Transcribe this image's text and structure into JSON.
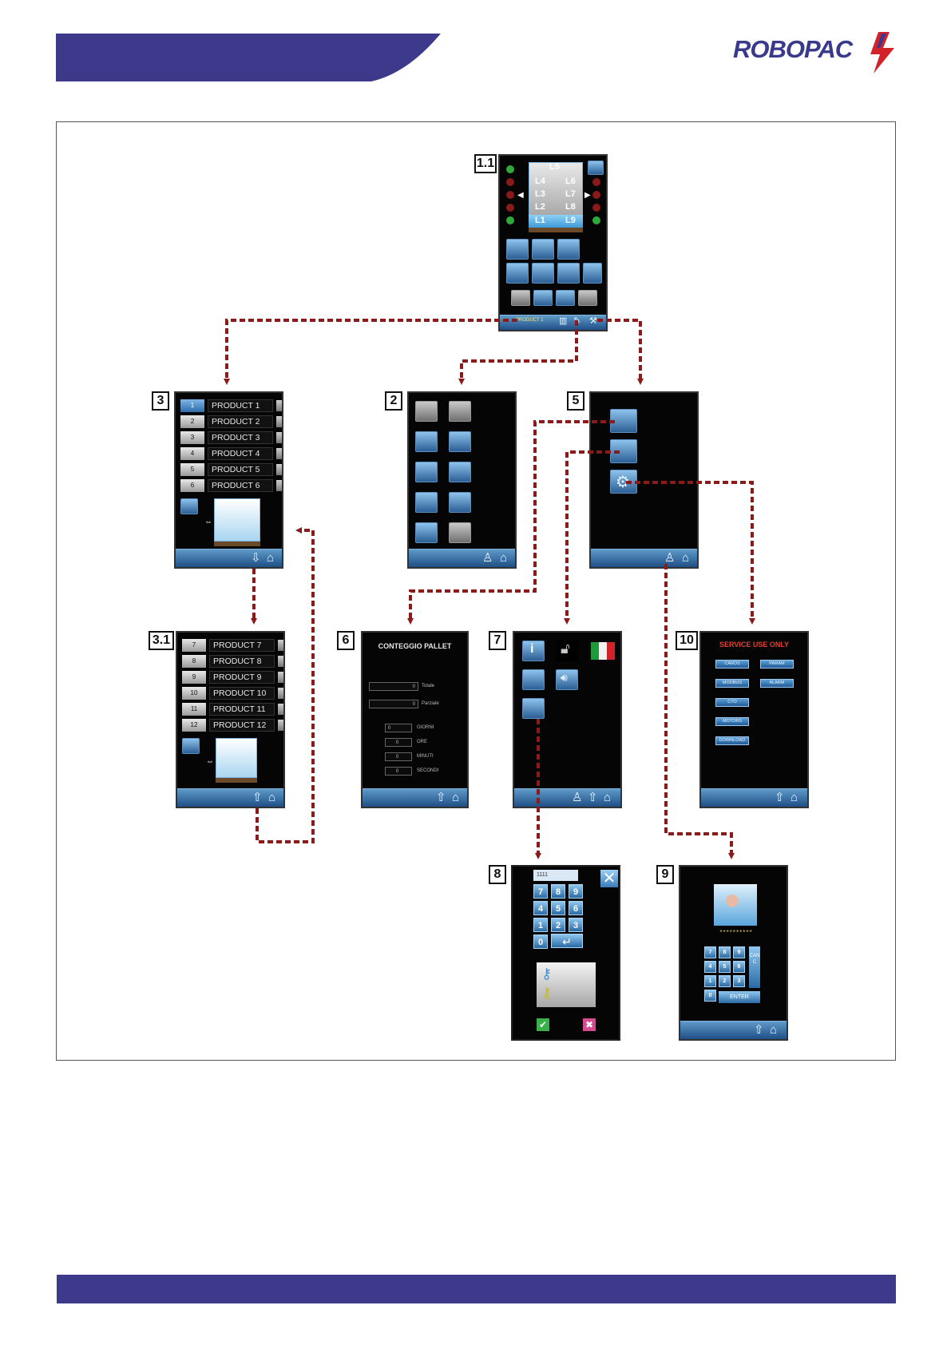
{
  "brand": {
    "name": "ROBOPAC",
    "header_color": "#3d3a8b",
    "accent_color": "#8b1a1a"
  },
  "labels": {
    "s11": "1.1",
    "s3": "3",
    "s2": "2",
    "s5": "5",
    "s31": "3.1",
    "s6": "6",
    "s7": "7",
    "s10": "10",
    "s8": "8",
    "s9": "9"
  },
  "main": {
    "layers": [
      "L5",
      "L4",
      "L6",
      "L3",
      "L7",
      "L2",
      "L8",
      "L1",
      "L9"
    ],
    "product": "PRODUCT 1"
  },
  "list_a": [
    {
      "num": "1",
      "name": "PRODUCT 1"
    },
    {
      "num": "2",
      "name": "PRODUCT 2"
    },
    {
      "num": "3",
      "name": "PRODUCT 3"
    },
    {
      "num": "4",
      "name": "PRODUCT 4"
    },
    {
      "num": "5",
      "name": "PRODUCT 5"
    },
    {
      "num": "6",
      "name": "PRODUCT 6"
    }
  ],
  "list_b": [
    {
      "num": "7",
      "name": "PRODUCT 7"
    },
    {
      "num": "8",
      "name": "PRODUCT 8"
    },
    {
      "num": "9",
      "name": "PRODUCT 9"
    },
    {
      "num": "10",
      "name": "PRODUCT 10"
    },
    {
      "num": "11",
      "name": "PRODUCT 11"
    },
    {
      "num": "12",
      "name": "PRODUCT 12"
    }
  ],
  "pallet_count": {
    "title": "CONTEGGIO PALLET",
    "totale": "0",
    "totale_label": "Totale",
    "parziale": "0",
    "parziale_label": "Parziale",
    "giorni": "0",
    "giorni_label": "GIORNI",
    "ore": "0",
    "ore_label": "ORE",
    "minuti": "0",
    "minuti_label": "MINUTI",
    "secondi": "0",
    "secondi_label": "SECONDI"
  },
  "service": {
    "title": "SERVICE USE ONLY",
    "buttons": [
      "CARDS",
      "PARAM",
      "MODBUS",
      "ALARM",
      "CTO",
      "MOTORS",
      "DOWNLOAD"
    ]
  },
  "keypad8": {
    "display": "1111",
    "keys": [
      "7",
      "8",
      "9",
      "4",
      "5",
      "6",
      "1",
      "2",
      "3",
      "0"
    ]
  },
  "keypad9": {
    "password": "**********",
    "keys": [
      "7",
      "8",
      "9",
      "4",
      "5",
      "6",
      "1",
      "2",
      "3",
      "0"
    ],
    "canc": "CANC",
    "enter": "ENTER"
  }
}
